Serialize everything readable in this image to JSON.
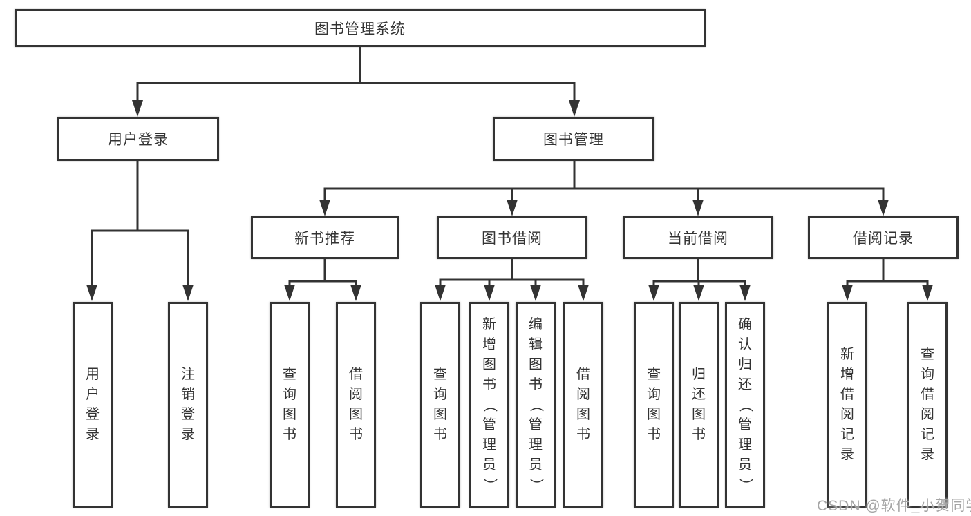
{
  "root": {
    "label": "图书管理系统"
  },
  "branches": {
    "user_login": {
      "label": "用户登录",
      "children": [
        {
          "label": "用户登录"
        },
        {
          "label": "注销登录"
        }
      ]
    },
    "book_management": {
      "label": "图书管理",
      "sections": [
        {
          "label": "新书推荐",
          "children": [
            {
              "label": "查询图书"
            },
            {
              "label": "借阅图书"
            }
          ]
        },
        {
          "label": "图书借阅",
          "children": [
            {
              "label": "查询图书"
            },
            {
              "label": "新增图书（管理员）"
            },
            {
              "label": "编辑图书（管理员）"
            },
            {
              "label": "借阅图书"
            }
          ]
        },
        {
          "label": "当前借阅",
          "children": [
            {
              "label": "查询图书"
            },
            {
              "label": "归还图书"
            },
            {
              "label": "确认归还（管理员）"
            }
          ]
        },
        {
          "label": "借阅记录",
          "children": [
            {
              "label": "新增借阅记录"
            },
            {
              "label": "查询借阅记录"
            }
          ]
        }
      ]
    }
  },
  "watermark": {
    "text": "CSDN @软件_小贺同学"
  },
  "colors": {
    "line": "#333333",
    "text": "#333333",
    "box_background": "#ffffff",
    "watermark": "#a5a5a5",
    "page_background": "#ffffff"
  }
}
